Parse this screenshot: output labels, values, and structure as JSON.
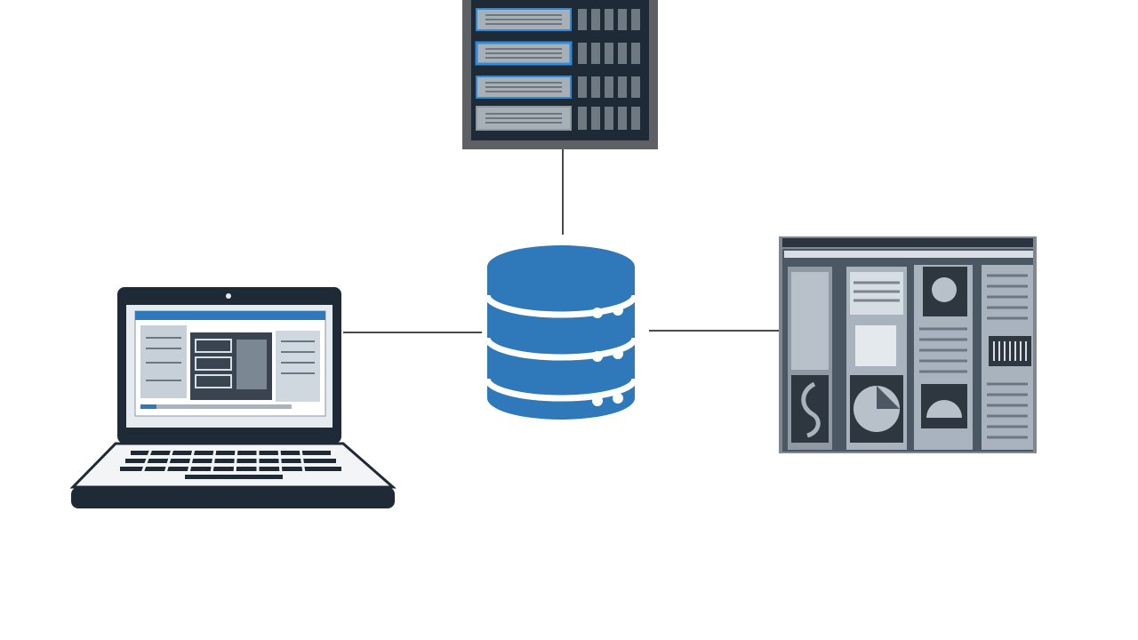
{
  "colors": {
    "background": "#ffffff",
    "connector": "#4a4a4a",
    "database_blue": "#2f78b9",
    "server_frame": "#5d6166",
    "server_inner": "#1f2a37",
    "server_drive": "#a7b0b7",
    "server_accent": "#2f8bd8",
    "laptop_frame": "#1f2a37",
    "laptop_screen": "#e6ebef",
    "laptop_deck": "#f2f4f5",
    "monitor_frame": "#7f8790",
    "monitor_bg": "#4b5763",
    "monitor_panel": "#a9b3bd"
  },
  "diagram": {
    "nodes": [
      {
        "id": "rack-server",
        "icon": "rack-server-icon"
      },
      {
        "id": "database",
        "icon": "database-icon"
      },
      {
        "id": "laptop",
        "icon": "laptop-icon"
      },
      {
        "id": "dashboard-monitor",
        "icon": "dashboard-monitor-icon"
      }
    ],
    "edges": [
      {
        "from": "rack-server",
        "to": "database"
      },
      {
        "from": "laptop",
        "to": "database"
      },
      {
        "from": "database",
        "to": "dashboard-monitor"
      }
    ]
  }
}
